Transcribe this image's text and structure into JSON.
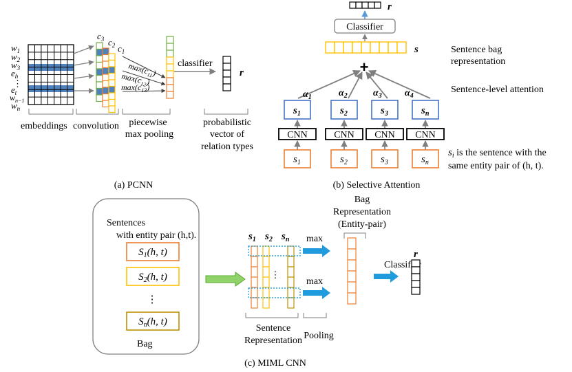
{
  "colors": {
    "blue_fill": "#4f81bd",
    "orange": "#ed7d31",
    "yellow": "#ffc000",
    "green": "#70ad47",
    "gold": "#bf9000",
    "light_blue": "#5b9bd5",
    "arrow_blue": "#1f9bde",
    "arrow_green": "#70c040",
    "gray": "#7f7f7f",
    "dotted_blue": "#29a3e0"
  },
  "pcnn": {
    "word_labels": [
      "w",
      "w",
      "w",
      "e",
      "⋮",
      "e",
      "w",
      "w"
    ],
    "word_subs": [
      "1",
      "2",
      "3",
      "h",
      "",
      "t",
      "n−1",
      "n"
    ],
    "filter_labels": [
      "c",
      "c",
      "c"
    ],
    "filter_subs": [
      "3",
      "2",
      "1"
    ],
    "max_label": "max",
    "max_args": [
      "(c",
      "(c",
      "(c"
    ],
    "max_subs": [
      "11",
      "12",
      "13"
    ],
    "classifier": "classifier",
    "r_label": "r",
    "stage_embeddings": "embeddings",
    "stage_convolution": "convolution",
    "stage_pooling": [
      "piecewise",
      "max pooling"
    ],
    "prob_vector": [
      "probabilistic",
      "vector of",
      "relation types"
    ],
    "caption": "(a) PCNN"
  },
  "att": {
    "r_label": "r",
    "classifier": "Classifier",
    "s_label": "s",
    "bag_rep": [
      "Sentence bag",
      "representation"
    ],
    "sentence_attention": "Sentence-level attention",
    "alphas": [
      "α",
      "α",
      "α",
      "α"
    ],
    "alpha_subs": [
      "1",
      "2",
      "3",
      "4"
    ],
    "sent_vec_subs": [
      "1",
      "2",
      "3",
      "n"
    ],
    "cnn": "CNN",
    "plus": "+",
    "note_1_rest": " is the sentence with the",
    "note_2": "same entity pair of (h, t).",
    "note_s": "s",
    "note_sub": "i",
    "caption": "(b) Selective Attention"
  },
  "miml": {
    "sentences_title": [
      "Sentences",
      "with entity pair (h,t)."
    ],
    "sentence_boxes": [
      "S",
      "S",
      "S"
    ],
    "sentence_subs": [
      "1",
      "2",
      "n"
    ],
    "sentence_args": "(h, t)",
    "vdots": "⋮",
    "bag": "Bag",
    "col_labels": [
      "s",
      "s",
      "s"
    ],
    "col_subs": [
      "1",
      "2",
      "n"
    ],
    "max_labels": [
      "max",
      "max"
    ],
    "bag_rep": [
      "Bag",
      "Representation",
      "(Entity-pair)"
    ],
    "classifier": "Classifier",
    "r_label": "r",
    "sentence_rep": [
      "Sentence",
      "Representation"
    ],
    "pooling": "Pooling",
    "caption": "(c) MIML CNN"
  }
}
